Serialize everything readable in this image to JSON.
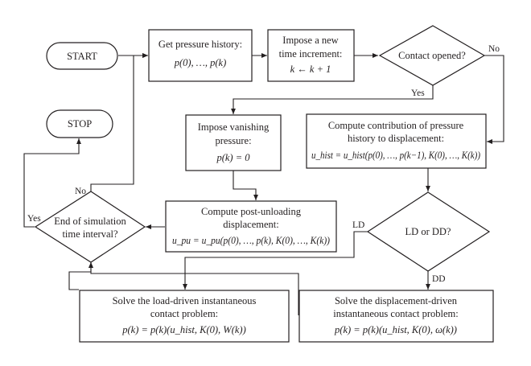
{
  "nodes": {
    "start": "START",
    "stop": "STOP",
    "get_history": {
      "line1": "Get pressure history:",
      "formula": "p(0), …, p(k)"
    },
    "impose_increment": {
      "line1": "Impose a new",
      "line2": "time increment:",
      "formula": "k ← k + 1"
    },
    "contact_opened": "Contact opened?",
    "impose_vanishing": {
      "line1": "Impose vanishing",
      "line2": "pressure:",
      "formula": "p(k) = 0"
    },
    "compute_contribution": {
      "line1": "Compute contribution of pressure",
      "line2": "history to displacement:",
      "formula": "u_hist = u_hist(p(0), …, p(k−1), K(0), …, K(k))"
    },
    "end_interval": {
      "line1": "End of simulation",
      "line2": "time interval?"
    },
    "compute_post_unloading": {
      "line1": "Compute post-unloading",
      "line2": "displacement:",
      "formula": "u_pu = u_pu(p(0), …, p(k), K(0), …, K(k))"
    },
    "ld_or_dd": "LD or DD?",
    "solve_load_driven": {
      "line1": "Solve the load-driven instantaneous",
      "line2": "contact problem:",
      "formula": "p(k) = p(k)(u_hist, K(0), W(k))"
    },
    "solve_displacement_driven": {
      "line1": "Solve the displacement-driven",
      "line2": "instantaneous contact problem:",
      "formula": "p(k) = p(k)(u_hist, K(0), ω(k))"
    }
  },
  "edge_labels": {
    "no_contact": "No",
    "yes_contact": "Yes",
    "no_end": "No",
    "yes_end": "Yes",
    "ld": "LD",
    "dd": "DD"
  },
  "colors": {
    "stroke": "#231f20",
    "background": "#ffffff"
  }
}
